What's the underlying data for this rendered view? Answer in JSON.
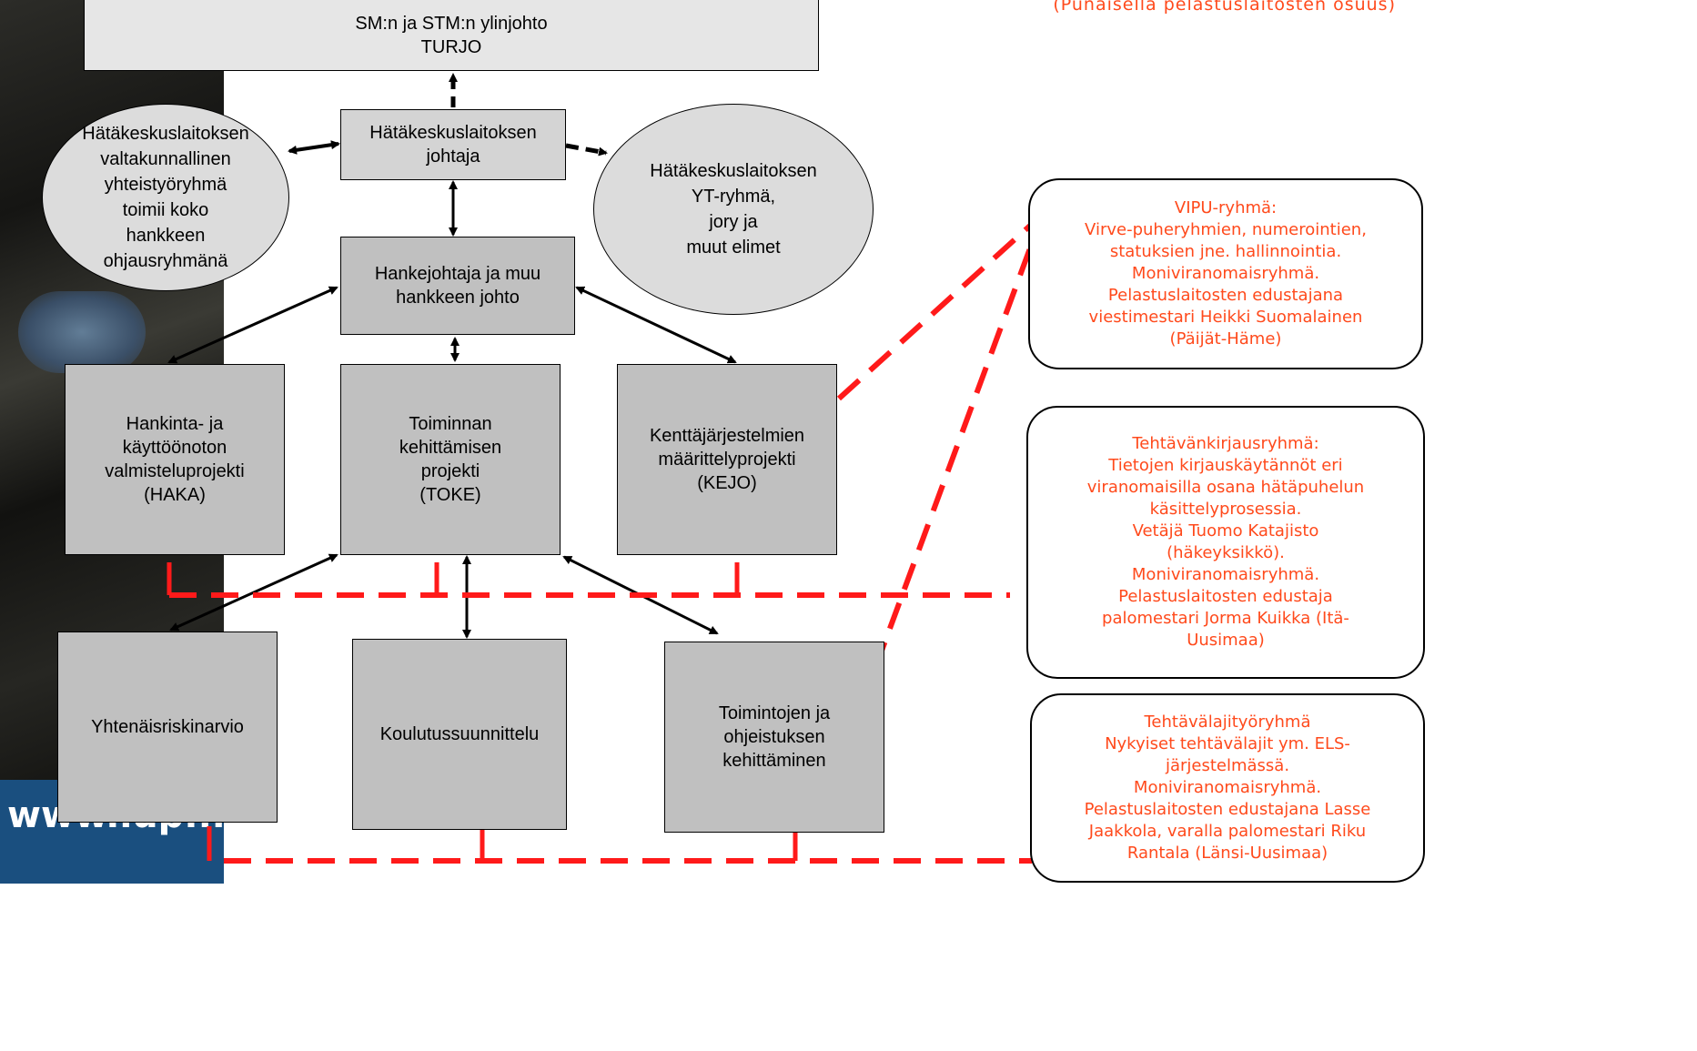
{
  "header_note": "(Punaisella pelastuslaitosten osuus)",
  "website": "www.lup.fi",
  "boxes": {
    "top": "SM:n ja STM:n ylinjohto\nTURJO",
    "director": "Hätäkeskuslaitoksen\njohtaja",
    "project_lead": "Hankejohtaja ja muu\nhankkeen johto",
    "haka": "Hankinta- ja\nkäyttöönoton\nvalmisteluprojekti\n(HAKA)",
    "toke": "Toiminnan\nkehittämisen\nprojekti\n(TOKE)",
    "kejo": "Kenttäjärjestelmien\nmäärittelyprojekti\n(KEJO)",
    "risk": "Yhtenäisriskinarvio",
    "training": "Koulutussuunnittelu",
    "operations": "Toimintojen ja\nohjeistuksen\nkehittäminen"
  },
  "ellipses": {
    "national": "Hätäkeskuslaitoksen\nvaltakunnallinen\nyhteistyöryhmä\ntoimii koko\nhankkeen\nohjausryhmänä",
    "yt": "Hätäkeskuslaitoksen\nYT-ryhmä,\njory ja\nmuut elimet"
  },
  "callouts": {
    "vipu": "VIPU-ryhmä:\nVirve-puheryhmien, numerointien,\nstatuksien jne. hallinnointia.\nMoniviranomaisryhmä.\nPelastuslaitosten edustajana\nviestimestari Heikki Suomalainen\n(Päijät-Häme)",
    "tehtavankirjaus": "Tehtävänkirjausryhmä:\nTietojen kirjauskäytännöt eri\nviranomaisilla osana hätäpuhelun\nkäsittelyprosessia.\nVetäjä Tuomo Katajisto\n(häkeyksikkö).\nMoniviranomaisryhmä.\nPelastuslaitosten edustaja\npalomestari Jorma Kuikka (Itä-\nUusimaa)",
    "tehtavalaji": "Tehtävälajityöryhmä\nNykyiset tehtävälajit ym. ELS-\njärjestelmässä.\nMoniviranomaisryhmä.\nPelastuslaitosten edustajana Lasse\nJaakkola, varalla palomestari Riku\nRantala (Länsi-Uusimaa)"
  },
  "colors": {
    "accent_red": "#ff1a1a",
    "callout_text": "#ff4a1c",
    "brand_blue": "#1a4f7f"
  }
}
